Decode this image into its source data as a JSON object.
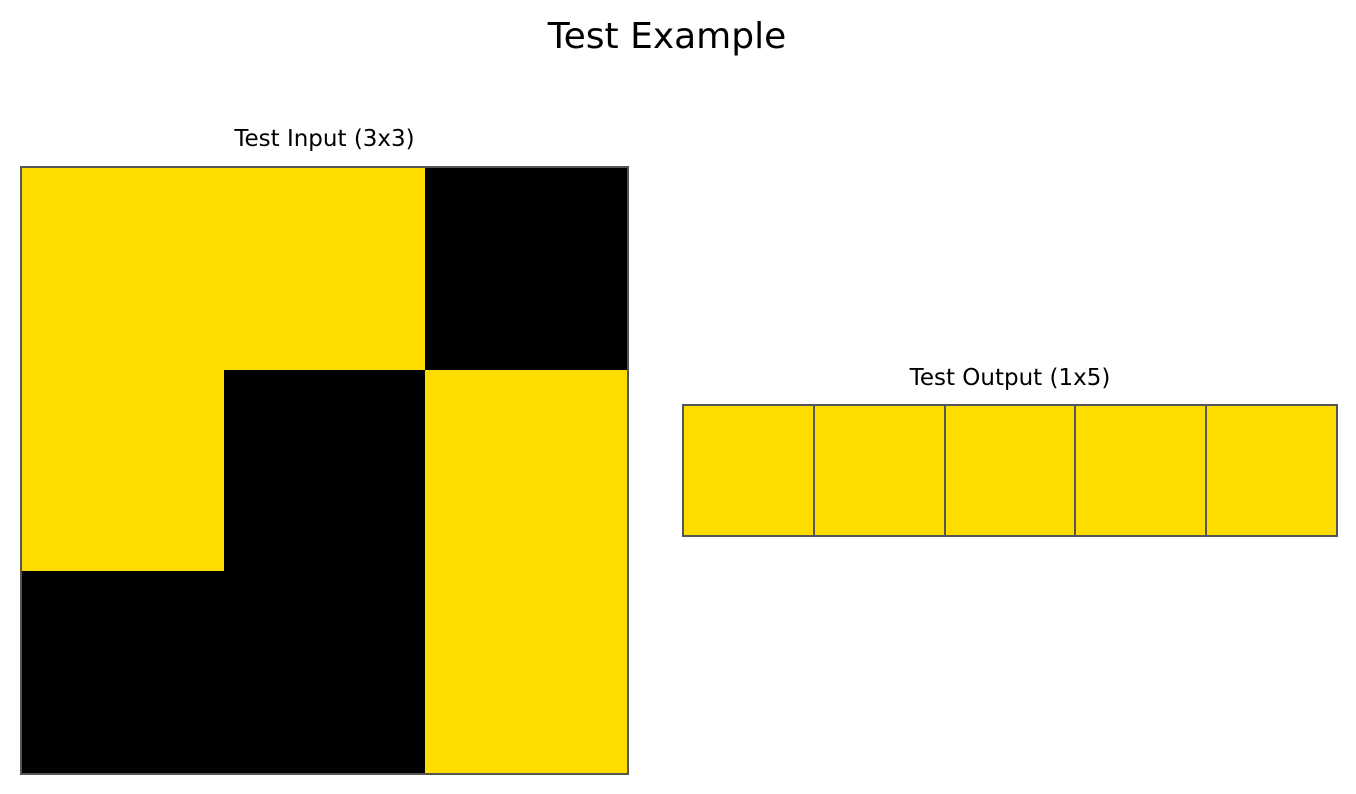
{
  "title": "Test Example",
  "palette": {
    "yellow": "#FFDC00",
    "black": "#000000",
    "gridline": "#555555"
  },
  "test_input": {
    "title": "Test Input (3x3)",
    "rows": 3,
    "cols": 3,
    "cells": [
      [
        "yellow",
        "yellow",
        "black"
      ],
      [
        "yellow",
        "black",
        "yellow"
      ],
      [
        "black",
        "black",
        "yellow"
      ]
    ]
  },
  "test_output": {
    "title": "Test Output (1x5)",
    "rows": 1,
    "cols": 5,
    "cells": [
      [
        "yellow",
        "yellow",
        "yellow",
        "yellow",
        "yellow"
      ]
    ]
  }
}
